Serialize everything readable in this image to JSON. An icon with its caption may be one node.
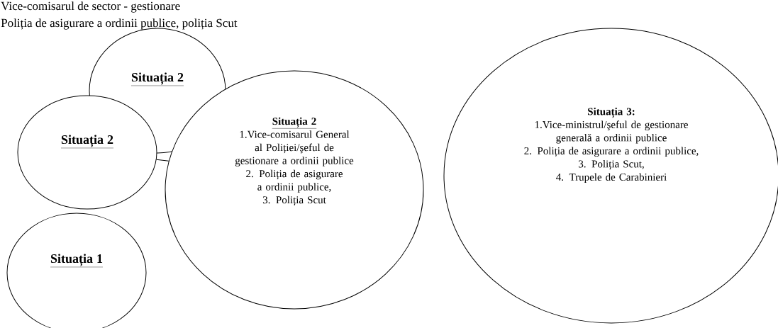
{
  "diagram": {
    "nodes": [
      {
        "text": [
          "Situația 2"
        ]
      },
      {
        "text": [
          "Situația 2"
        ]
      },
      {
        "text": [
          "Situația 1"
        ]
      },
      {
        "text": [
          "Situația 2",
          "1.Vice-comisarul General al Poliției/şeful de gestionare a ordinii publice",
          "2. Poliția de asigurare a ordinii publice,",
          "3. Poliția Scut"
        ]
      },
      {
        "text": [
          "Situația 3:",
          "1.Vice-ministrul/şeful de gestionare generală a ordinii publice",
          "2. Poliția de asigurare a ordinii publice,",
          "3. Poliția Scut,",
          "4. Trupele de Carabinieri"
        ]
      }
    ],
    "edges": [
      {
        "from": 1,
        "to": 3,
        "arrow": "none"
      }
    ],
    "labels": [
      "Vice-comisarul de sector - gestionare",
      "Poliția de asigurare a ordinii publice, poliția Scut"
    ]
  }
}
